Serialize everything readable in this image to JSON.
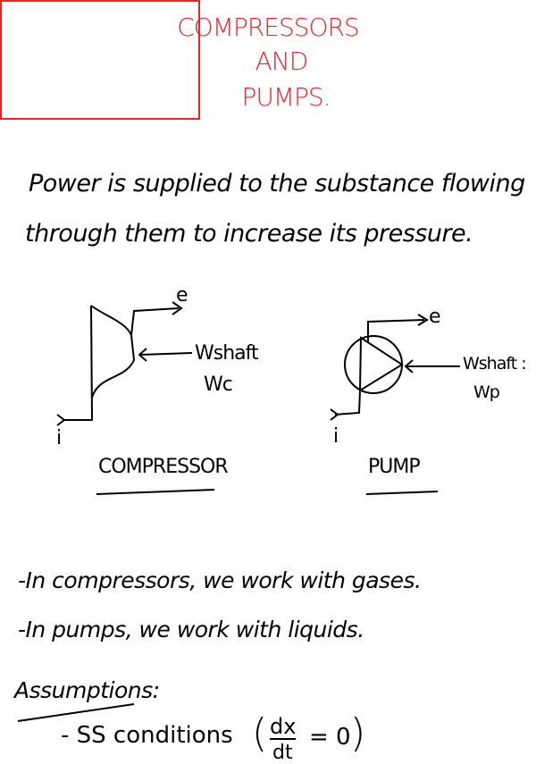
{
  "title": {
    "lines": [
      "COMPRESSORS",
      "AND",
      "PUMPS."
    ],
    "color": "#e8262a"
  },
  "intro": {
    "lines": [
      "Power is supplied to the substance flowing",
      "through them to increase its pressure."
    ]
  },
  "diagrams": {
    "compressor": {
      "inlet": "i",
      "exit": "e",
      "work_label": "Wshaft",
      "work_alt": "Wc",
      "caption": "COMPRESSOR"
    },
    "pump": {
      "inlet": "i",
      "exit": "e",
      "work_label": "Wshaft :",
      "work_alt": "Wp",
      "caption": "PUMP"
    }
  },
  "bullets": [
    "-In compressors, we work with gases.",
    "-In pumps, we work with liquids."
  ],
  "assumptions": {
    "heading": "Assumptions:",
    "items": [
      "- SS conditions"
    ],
    "equation": {
      "numerator": "dx",
      "denominator": "dt",
      "rhs": "= 0"
    }
  }
}
